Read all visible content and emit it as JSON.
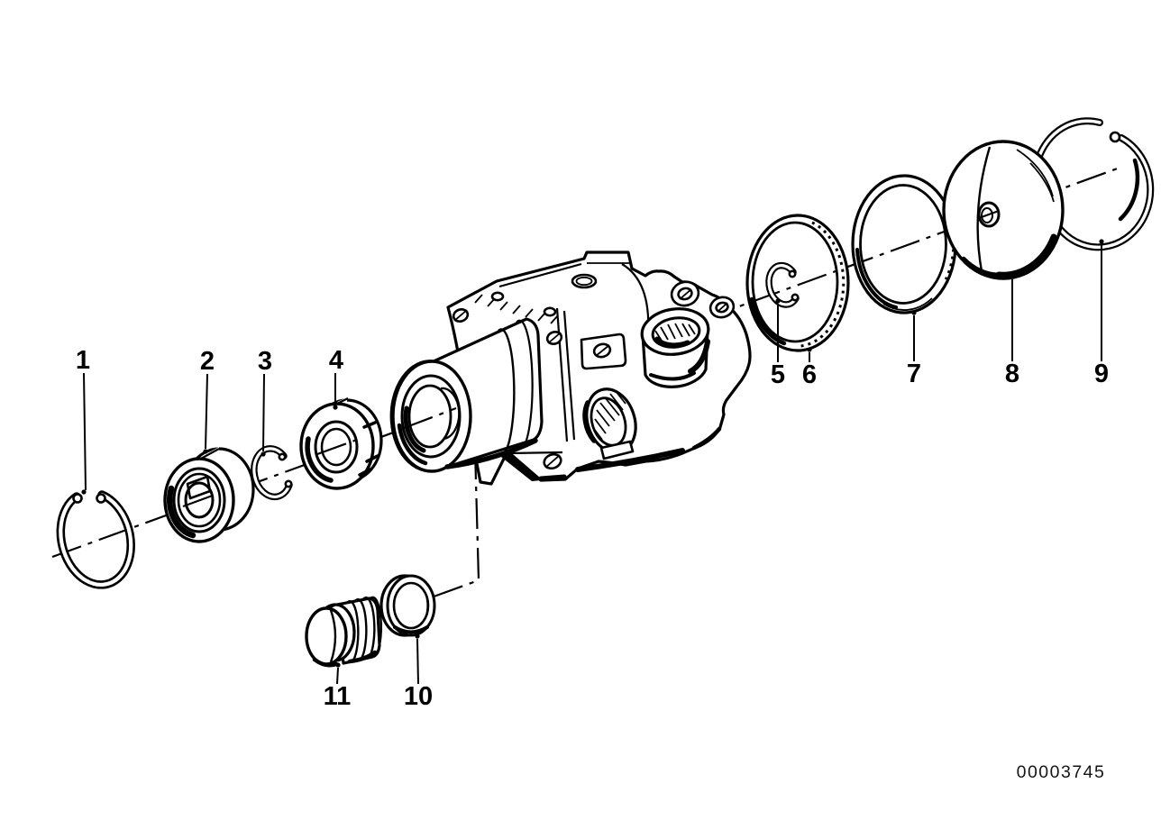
{
  "diagram": {
    "figure_number": "00003745",
    "callouts": [
      {
        "label": "1"
      },
      {
        "label": "2"
      },
      {
        "label": "3"
      },
      {
        "label": "4"
      },
      {
        "label": "5"
      },
      {
        "label": "6"
      },
      {
        "label": "7"
      },
      {
        "label": "8"
      },
      {
        "label": "9"
      },
      {
        "label": "10"
      },
      {
        "label": "11"
      }
    ]
  }
}
